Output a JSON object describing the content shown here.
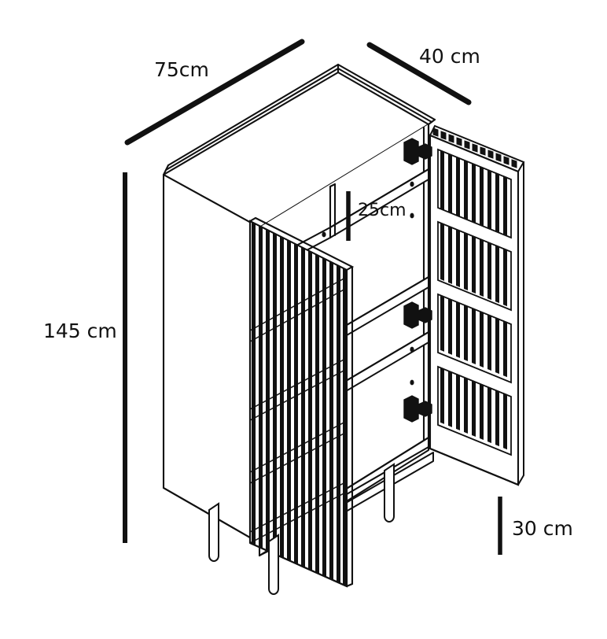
{
  "drawing": {
    "type": "technical-orthographic-furniture-diagram",
    "subject": "Slatted two-door cabinet on legs",
    "background_color": "#ffffff",
    "line_color": "#111111",
    "fill_color": "#ffffff"
  },
  "dimensions": {
    "width": {
      "label": "75cm",
      "value": 75,
      "unit": "cm",
      "axis": "width"
    },
    "depth": {
      "label": "40 cm",
      "value": 40,
      "unit": "cm",
      "axis": "depth"
    },
    "height": {
      "label": "145 cm",
      "value": 145,
      "unit": "cm",
      "axis": "height"
    },
    "shelf_gap": {
      "label": "25cm",
      "value": 25,
      "unit": "cm",
      "axis": "shelf-spacing"
    },
    "leg_height": {
      "label": "30 cm",
      "value": 30,
      "unit": "cm",
      "axis": "leg-height"
    }
  },
  "cabinet": {
    "doors": 2,
    "door_left_state": "closed",
    "door_right_state": "open",
    "shelves": 3,
    "legs": 4,
    "hinges": 3,
    "slat_style": "vertical-slats",
    "door_right_panels": 4
  }
}
